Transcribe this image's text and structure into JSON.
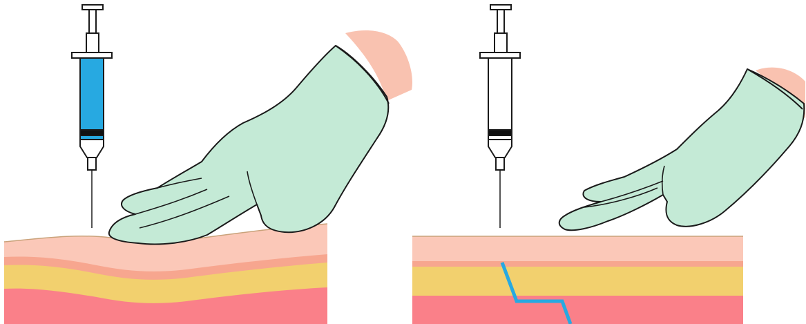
{
  "diagram": {
    "panels": [
      {
        "id": "before",
        "syringe": {
          "plunger_state": "full",
          "fill_color": "#27a9e1"
        },
        "hand": "pinching-skin",
        "tissue": "bulged-layers"
      },
      {
        "id": "after",
        "syringe": {
          "plunger_state": "empty",
          "fill_color": "#ffffff"
        },
        "hand": "released",
        "tissue": "z-track-layers",
        "injection_track_color": "#27a9e1"
      }
    ],
    "colors": {
      "glove": "#c4ead6",
      "cuff_skin": "#f9c2b0",
      "epidermis": "#fbc8b8",
      "dermis_line": "#f7a68f",
      "fat": "#f2d06e",
      "muscle": "#fa8089",
      "outline": "#1a1a1a"
    }
  }
}
